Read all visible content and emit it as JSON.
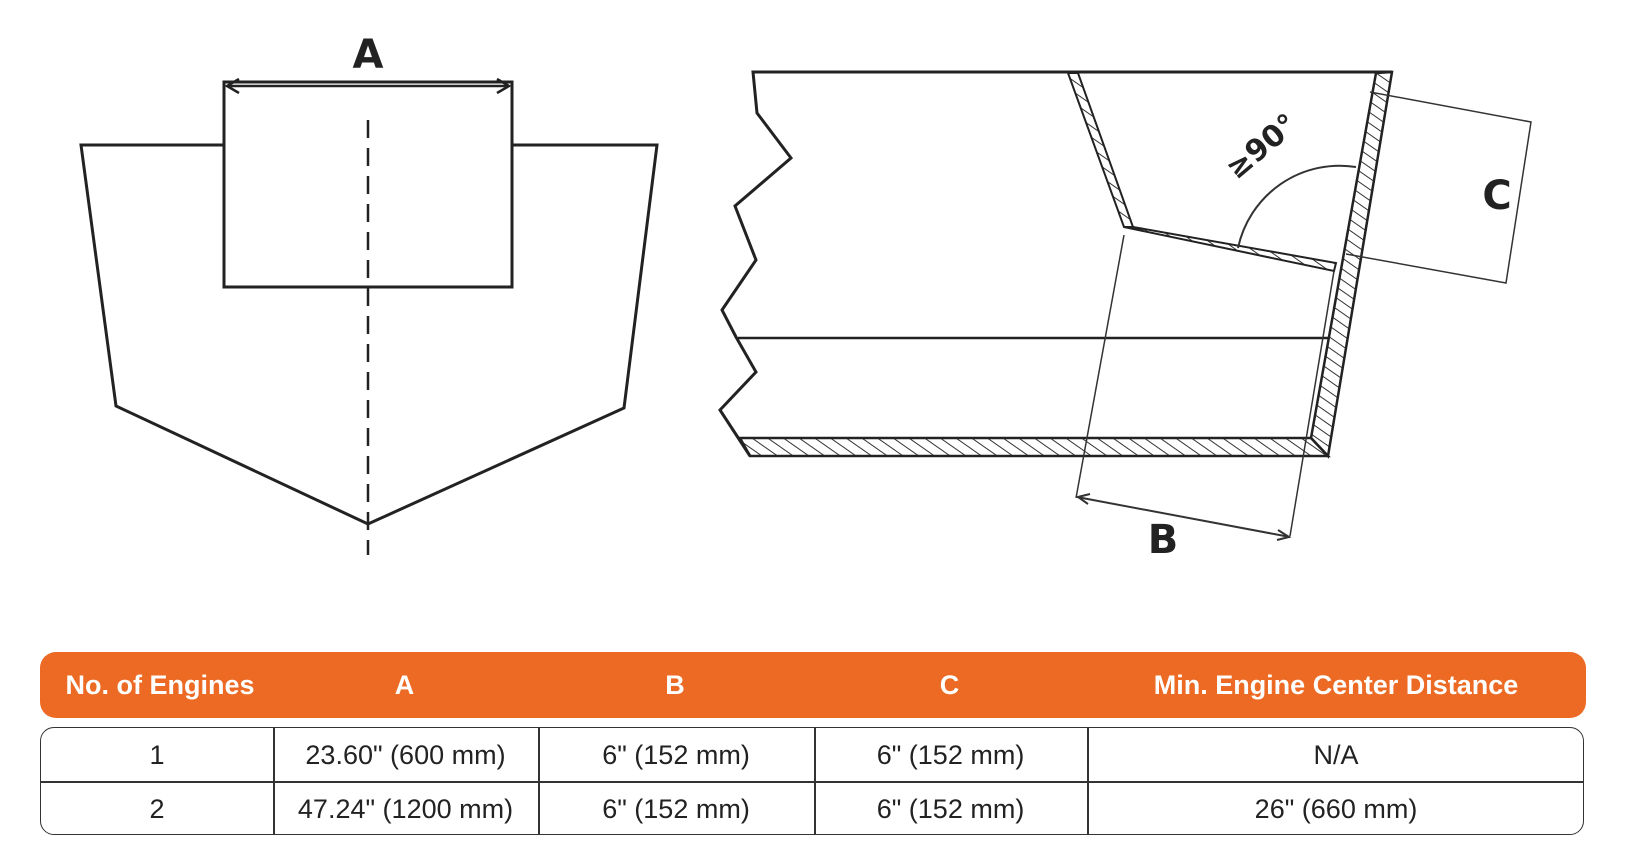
{
  "diagram": {
    "label_a": "A",
    "label_b": "B",
    "label_c": "C",
    "angle_label": "≥90°"
  },
  "colors": {
    "header_bg": "#ec6a23",
    "line": "#222222"
  },
  "table": {
    "headers": [
      "No. of Engines",
      "A",
      "B",
      "C",
      "Min. Engine Center Distance"
    ],
    "rows": [
      [
        "1",
        "23.60\" (600 mm)",
        "6\" (152 mm)",
        "6\" (152 mm)",
        "N/A"
      ],
      [
        "2",
        "47.24\" (1200 mm)",
        "6\" (152 mm)",
        "6\" (152 mm)",
        "26\" (660 mm)"
      ]
    ]
  }
}
